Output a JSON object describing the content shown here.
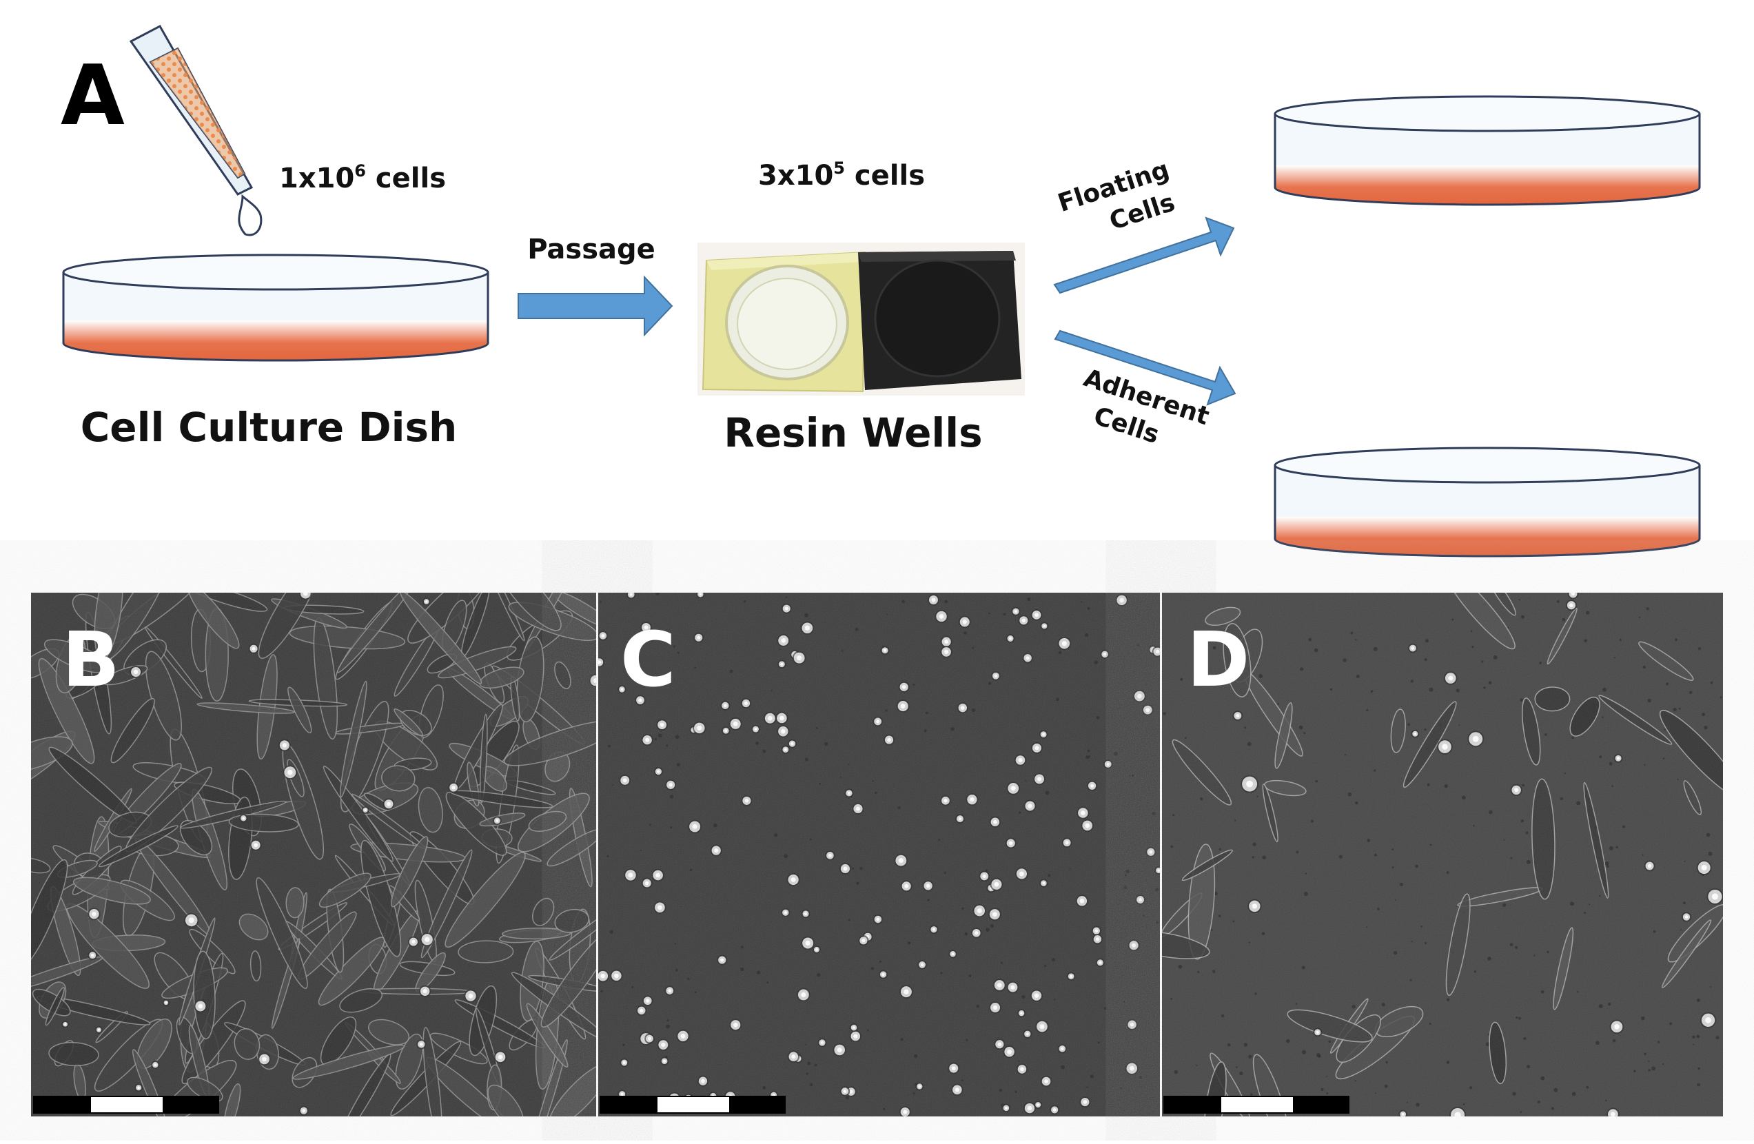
{
  "panel_a": {
    "label": "A",
    "seed_count": {
      "base": "1x10",
      "exp": "6",
      "unit": " cells"
    },
    "dish_label": "Cell Culture Dish",
    "passage_label": "Passage",
    "wells_count": {
      "base": "3x10",
      "exp": "5",
      "unit": " cells"
    },
    "wells_label": "Resin Wells",
    "floating_label": [
      "Floating",
      "Cells"
    ],
    "adherent_label": [
      "Adherent",
      "Cells"
    ]
  },
  "micrographs": [
    {
      "label": "B"
    },
    {
      "label": "C"
    },
    {
      "label": "D"
    }
  ],
  "colors": {
    "arrow": "#5b9bd5",
    "cell_layer": "#e7744f",
    "dish_fill": "#f3f8fc",
    "outline": "#2f3d5a",
    "tip_fill": "#f0a56a",
    "micrograph_bg": "#3b3b3b"
  }
}
